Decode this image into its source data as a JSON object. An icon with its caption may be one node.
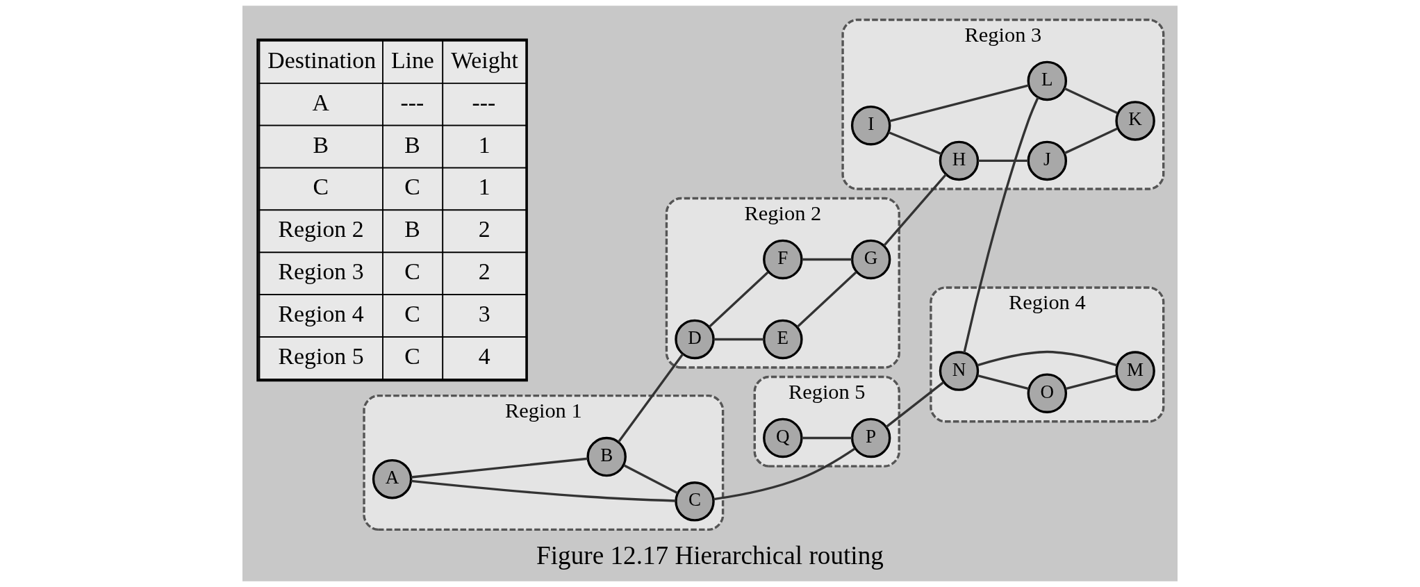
{
  "diagram": {
    "caption": "Figure 12.17 Hierarchical routing",
    "nodes": [
      {
        "text": [
          "Region 1"
        ]
      },
      {
        "text": [
          "B"
        ],
        "in": 0
      },
      {
        "text": [
          "A"
        ],
        "in": 0
      },
      {
        "text": [
          "C"
        ],
        "in": 0
      },
      {
        "text": [
          "Region 2"
        ]
      },
      {
        "text": [
          "D"
        ],
        "in": 4
      },
      {
        "text": [
          "E"
        ],
        "in": 4
      },
      {
        "text": [
          "F"
        ],
        "in": 4
      },
      {
        "text": [
          "G"
        ],
        "in": 4
      },
      {
        "text": [
          "Region 3"
        ]
      },
      {
        "text": [
          "I"
        ],
        "in": 9
      },
      {
        "text": [
          "H"
        ],
        "in": 9
      },
      {
        "text": [
          "J"
        ],
        "in": 9
      },
      {
        "text": [
          "L"
        ],
        "in": 9
      },
      {
        "text": [
          "K"
        ],
        "in": 9
      },
      {
        "text": [
          "Region 4"
        ]
      },
      {
        "text": [
          "N"
        ],
        "in": 15
      },
      {
        "text": [
          "O"
        ],
        "in": 15
      },
      {
        "text": [
          "M"
        ],
        "in": 15
      },
      {
        "text": [
          "Region 5"
        ]
      },
      {
        "text": [
          "Q"
        ],
        "in": 19
      },
      {
        "text": [
          "P"
        ],
        "in": 19
      }
    ],
    "edges": [
      {
        "from": 2,
        "to": 1,
        "arrow": "none"
      },
      {
        "from": 1,
        "to": 3,
        "arrow": "none"
      },
      {
        "from": 2,
        "to": 3,
        "arrow": "none"
      },
      {
        "from": 1,
        "to": 5,
        "arrow": "none"
      },
      {
        "from": 5,
        "to": 6,
        "arrow": "none"
      },
      {
        "from": 5,
        "to": 7,
        "arrow": "none"
      },
      {
        "from": 6,
        "to": 8,
        "arrow": "none"
      },
      {
        "from": 7,
        "to": 8,
        "arrow": "none"
      },
      {
        "from": 8,
        "to": 11,
        "arrow": "none"
      },
      {
        "from": 10,
        "to": 11,
        "arrow": "none"
      },
      {
        "from": 10,
        "to": 13,
        "arrow": "none"
      },
      {
        "from": 11,
        "to": 12,
        "arrow": "none"
      },
      {
        "from": 12,
        "to": 14,
        "arrow": "none"
      },
      {
        "from": 13,
        "to": 14,
        "arrow": "none"
      },
      {
        "from": 3,
        "to": 21,
        "arrow": "none"
      },
      {
        "from": 20,
        "to": 21,
        "arrow": "none"
      },
      {
        "from": 21,
        "to": 16,
        "arrow": "none"
      },
      {
        "from": 16,
        "to": 13,
        "arrow": "none"
      },
      {
        "from": 16,
        "to": 17,
        "arrow": "none"
      },
      {
        "from": 16,
        "to": 18,
        "arrow": "none"
      },
      {
        "from": 17,
        "to": 18,
        "arrow": "none"
      }
    ],
    "labels": [
      "Destination",
      "Line",
      "Weight",
      "A",
      "---",
      "---",
      "B",
      "B",
      "1",
      "C",
      "C",
      "1",
      "Region 2",
      "B",
      "2",
      "Region 3",
      "C",
      "2",
      "Region 4",
      "C",
      "3",
      "Region 5",
      "C",
      "4"
    ]
  }
}
